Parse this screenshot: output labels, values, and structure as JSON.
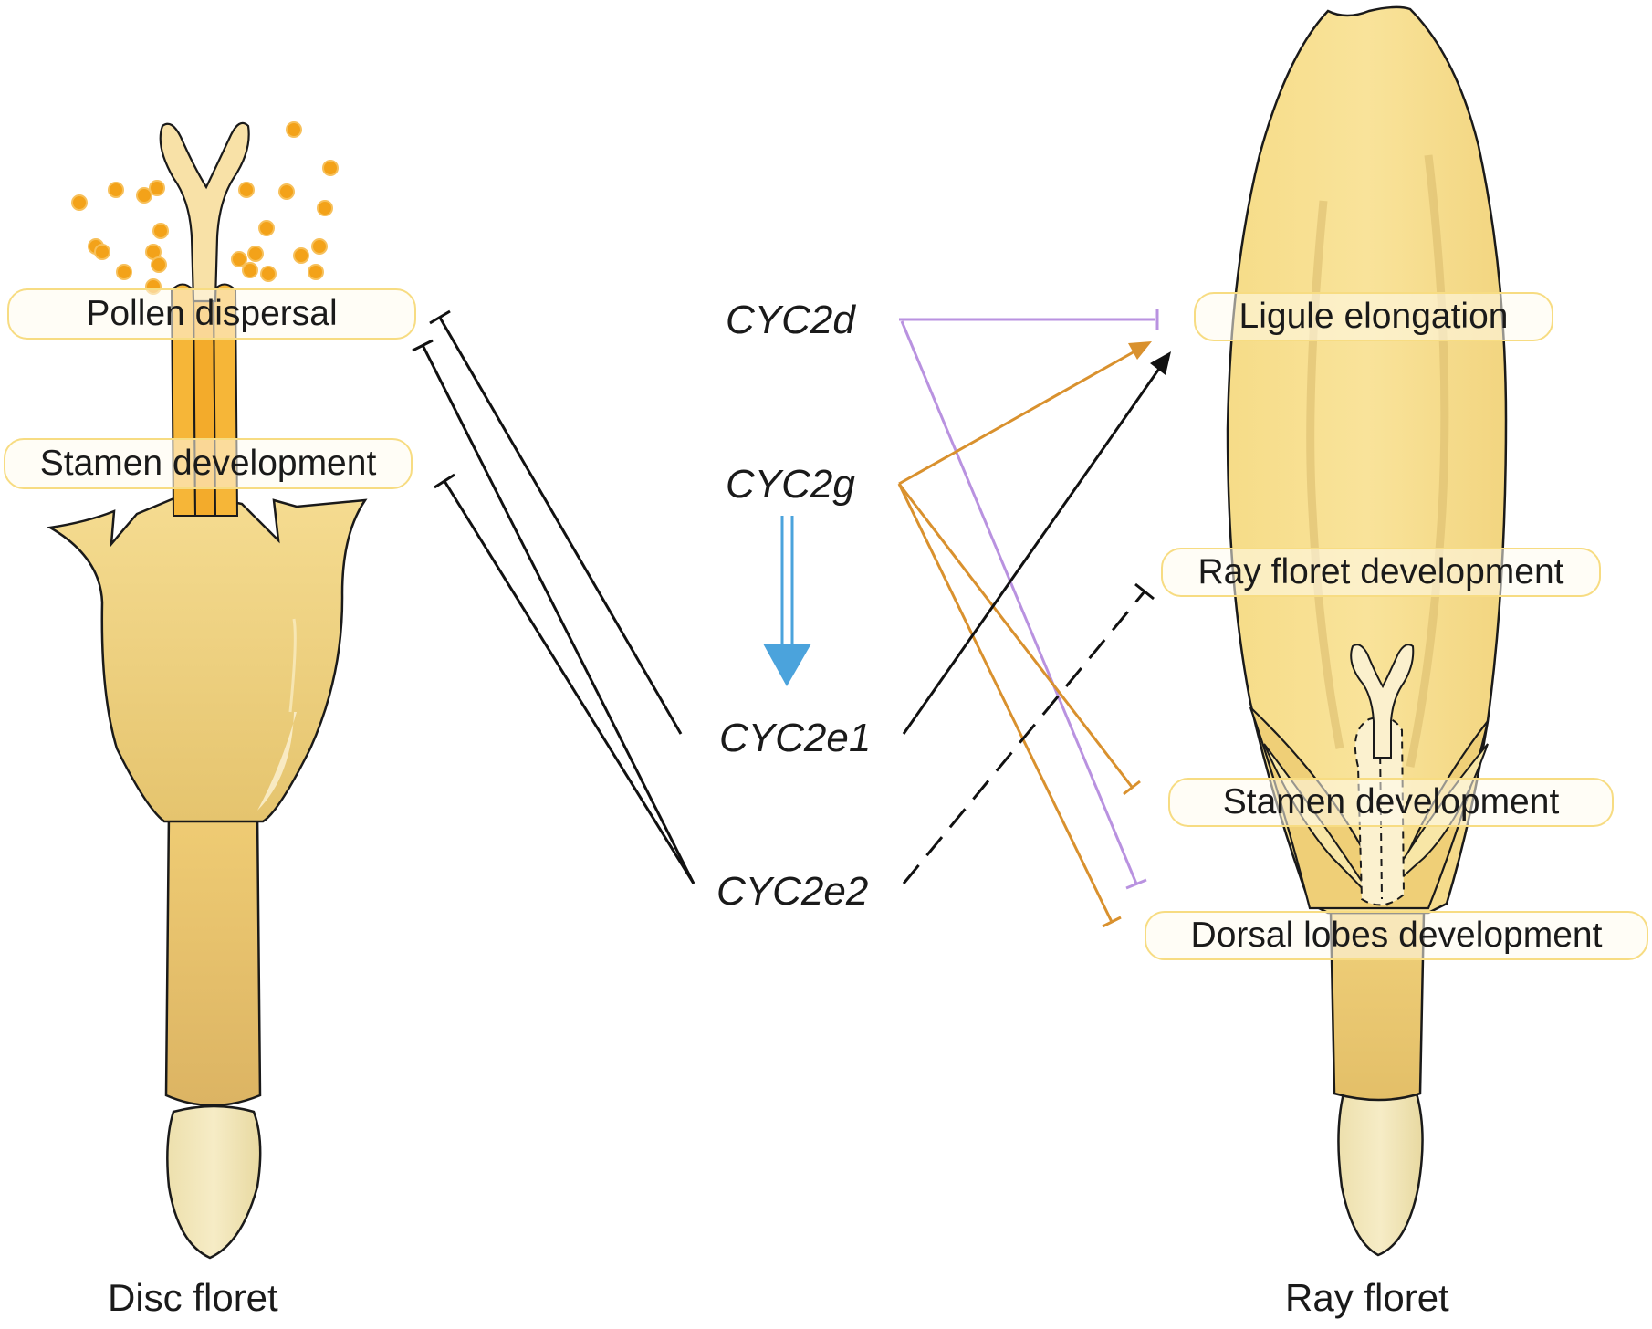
{
  "disc_floret": {
    "caption": "Disc floret",
    "labels": {
      "pollen_dispersal": "Pollen dispersal",
      "stamen_development": "Stamen development"
    }
  },
  "ray_floret": {
    "caption": "Ray floret",
    "labels": {
      "ligule_elongation": "Ligule elongation",
      "ray_floret_development": "Ray floret development",
      "stamen_development": "Stamen development",
      "dorsal_lobes_development": "Dorsal lobes development"
    }
  },
  "genes": {
    "cyc2d": "CYC2d",
    "cyc2g": "CYC2g",
    "cyc2e1": "CYC2e1",
    "cyc2e2": "CYC2e2"
  },
  "colors": {
    "cyc2d_edges": "#b992e0",
    "cyc2g_edges": "#d9912e",
    "cyc2e_edges": "#111111",
    "regulation_arrow": "#4ba3dc",
    "floret_body": "#f4d98a",
    "ray_ligule": "#f7df8e",
    "pollen": "#f3a219",
    "label_border": "#f7dc82"
  },
  "edges": [
    {
      "from": "cyc2d",
      "to": "ray_floret.ligule_elongation",
      "type": "inhibition"
    },
    {
      "from": "cyc2d",
      "to": "ray_floret.dorsal_lobes_development",
      "type": "inhibition"
    },
    {
      "from": "cyc2g",
      "to": "ray_floret.ligule_elongation",
      "type": "activation"
    },
    {
      "from": "cyc2g",
      "to": "ray_floret.stamen_development",
      "type": "inhibition"
    },
    {
      "from": "cyc2g",
      "to": "ray_floret.dorsal_lobes_development",
      "type": "inhibition"
    },
    {
      "from": "cyc2g",
      "to": "cyc2e1",
      "type": "regulation"
    },
    {
      "from": "cyc2e1",
      "to": "ray_floret.ligule_elongation",
      "type": "activation"
    },
    {
      "from": "cyc2e1",
      "to": "disc_floret.pollen_dispersal",
      "type": "inhibition"
    },
    {
      "from": "cyc2e2",
      "to": "disc_floret.pollen_dispersal",
      "type": "inhibition"
    },
    {
      "from": "cyc2e2",
      "to": "disc_floret.stamen_development",
      "type": "inhibition"
    },
    {
      "from": "cyc2e2",
      "to": "ray_floret.ray_floret_development",
      "type": "inhibition",
      "style": "dashed"
    }
  ]
}
